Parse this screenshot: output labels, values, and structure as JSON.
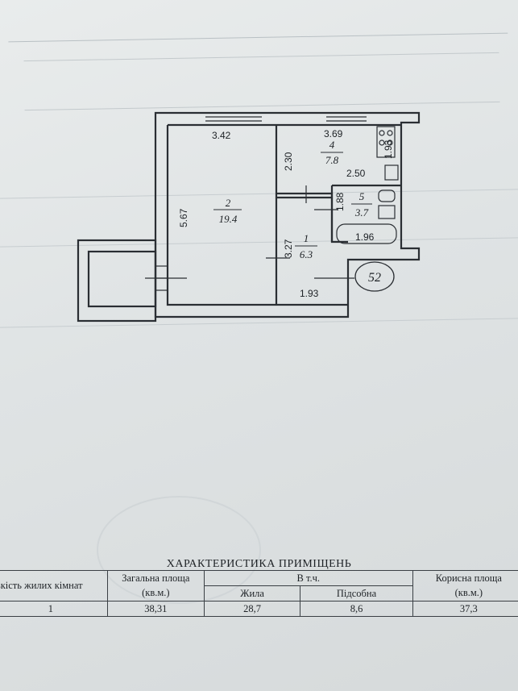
{
  "plan": {
    "dimensions": {
      "d342": "3.42",
      "d369": "3.69",
      "d193a": "1.93",
      "d230": "2.30",
      "d250": "2.50",
      "d567": "5.67",
      "d188": "1.88",
      "d327": "3.27",
      "d196": "1.96",
      "d193b": "1.93"
    },
    "rooms": [
      {
        "num": "2",
        "area": "19.4"
      },
      {
        "num": "4",
        "area": "7.8"
      },
      {
        "num": "5",
        "area": "3.7"
      },
      {
        "num": "1",
        "area": "6.3"
      }
    ],
    "flat_number": "52"
  },
  "table": {
    "title": "ХАРАКТЕРИСТИКА  ПРИМІЩЕНЬ",
    "headers": {
      "rooms_count": "ькість жилих кімнат",
      "total_area": "Загальна площа",
      "total_unit": "(кв.м.)",
      "incl": "В т.ч.",
      "living": "Жила",
      "auxiliary": "Підсобна",
      "useful_area": "Корисна площа",
      "useful_unit": "(кв.м.)"
    },
    "row": {
      "rooms_count": "1",
      "total_area": "38,31",
      "living": "28,7",
      "auxiliary": "8,6",
      "useful_area": "37,3"
    }
  }
}
